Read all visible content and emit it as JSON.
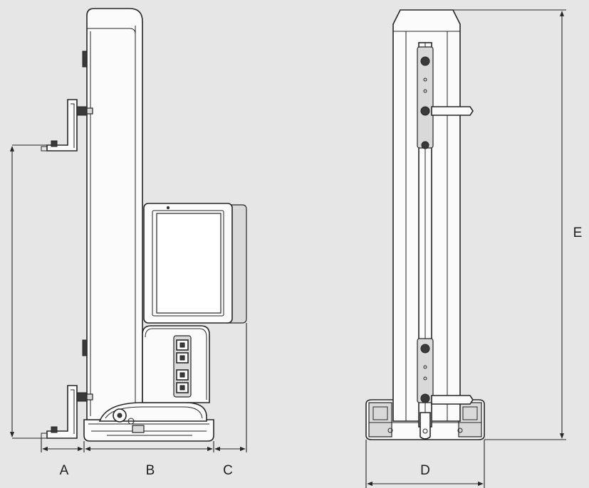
{
  "dimension_labels": {
    "a": "A",
    "b": "B",
    "c": "C",
    "d": "D",
    "e": "E"
  },
  "colors": {
    "background": "#e6e6e6",
    "outline": "#262626",
    "body_fill": "#fbfbfb"
  }
}
